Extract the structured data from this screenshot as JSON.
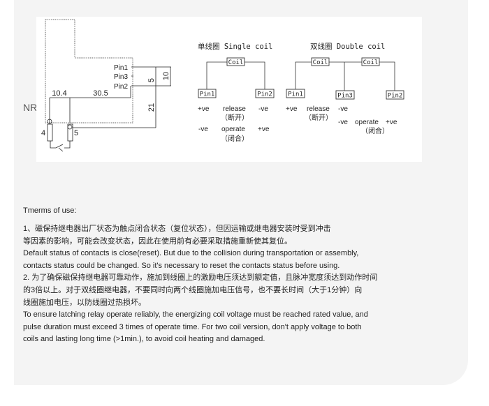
{
  "side_label": "NR",
  "dimension_drawing": {
    "pins": [
      "Pin1",
      "Pin3",
      "Pin2"
    ],
    "dims": {
      "pin_span": "10",
      "pin_step": "5",
      "height": "21",
      "left": "10.4",
      "right": "30.5"
    },
    "terminals": [
      "4",
      "5"
    ]
  },
  "single_coil": {
    "title": "单线圈 Single coil",
    "coil": "Coil",
    "pins": [
      "Pin1",
      "Pin2"
    ],
    "release_row": [
      "+ve",
      "release",
      "-ve"
    ],
    "release_cn": "（断开）",
    "operate_row": [
      "-ve",
      "operate",
      "+ve"
    ],
    "operate_cn": "（闭合）"
  },
  "double_coil": {
    "title": "双线圈 Double coil",
    "coils": [
      "Coil",
      "Coil"
    ],
    "pins": [
      "Pin1",
      "Pin3",
      "Pin2"
    ],
    "release_row": [
      "+ve",
      "release",
      "-ve"
    ],
    "release_cn": "（断开）",
    "operate_row": [
      "-ve",
      "operate",
      "+ve"
    ],
    "operate_cn": "（闭合）"
  },
  "terms": {
    "title": "Tmerms of use:",
    "lines": [
      "1、磁保持继电器出厂状态为触点闭合状态（复位状态），但因运输或继电器安装时受到冲击",
      "等因素的影响，可能会改变状态，因此在使用前有必要采取措施重新使其复位。",
      "Default status of contacts is close(reset). But due to the collision during transportation or assembly,",
      "contacts status could be changed. So it's necessary to reset the contacts status before using.",
      "2. 为了确保磁保持继电器可靠动作，施加到线圈上的激励电压须达到额定值，且脉冲宽度须达到动作时间",
      "的3倍以上。对于双线圈继电器，不要同时向两个线圈施加电压信号，也不要长时间（大于1分钟）向",
      "线圈施加电压，以防线圈过热损坏。",
      "To ensure latching relay operate reliably, the energizing coil voltage must be reached rated value, and",
      "pulse duration must exceed 3 times of operate time. For two coil version, don't apply voltage to both",
      "coils and lasting long time (>1min.), to avoid coil heating and damaged."
    ]
  }
}
